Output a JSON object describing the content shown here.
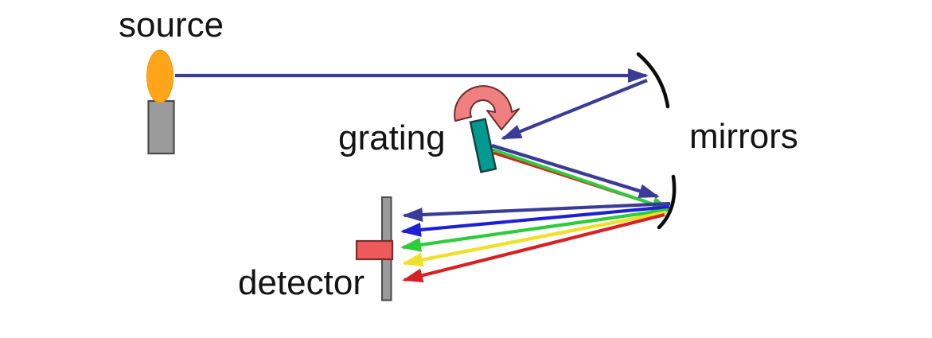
{
  "diagram": {
    "description": "Scanning spectrometer optical path: light source, rotating diffraction grating, two curved mirrors, detector",
    "labels": {
      "source": "source",
      "grating": "grating",
      "mirrors": "mirrors",
      "detector": "detector"
    },
    "icons": {
      "rotation_arrow": "clockwise-rotation-arrow",
      "flame": "flame-on-burner",
      "mirror": "concave-mirror-arc"
    },
    "rays": {
      "input_beam": "dark-blue",
      "dispersed_order_top_to_bottom": [
        "dark-blue",
        "blue",
        "green",
        "yellow",
        "red"
      ]
    },
    "colors": {
      "background": "#ffffff",
      "label_text": "#141414",
      "beam_navy": "#3b3b98",
      "ray_blue": "#1f1fd6",
      "ray_green": "#2ecc3a",
      "ray_yellow": "#f0e02a",
      "ray_red": "#d62222",
      "flame_orange": "#ffa519",
      "flame_outline": "#ef9400",
      "metal_gray": "#9b9b9b",
      "metal_outline": "#4a4a4a",
      "grating_teal": "#009a93",
      "grating_outline": "#173f3d",
      "rotation_fill": "#f08080",
      "rotation_outline": "#6e2b2b",
      "mirror_stroke": "#0b0b0b",
      "sensor_fill": "#ee5a5a",
      "sensor_outline": "#7e2a2a"
    }
  }
}
